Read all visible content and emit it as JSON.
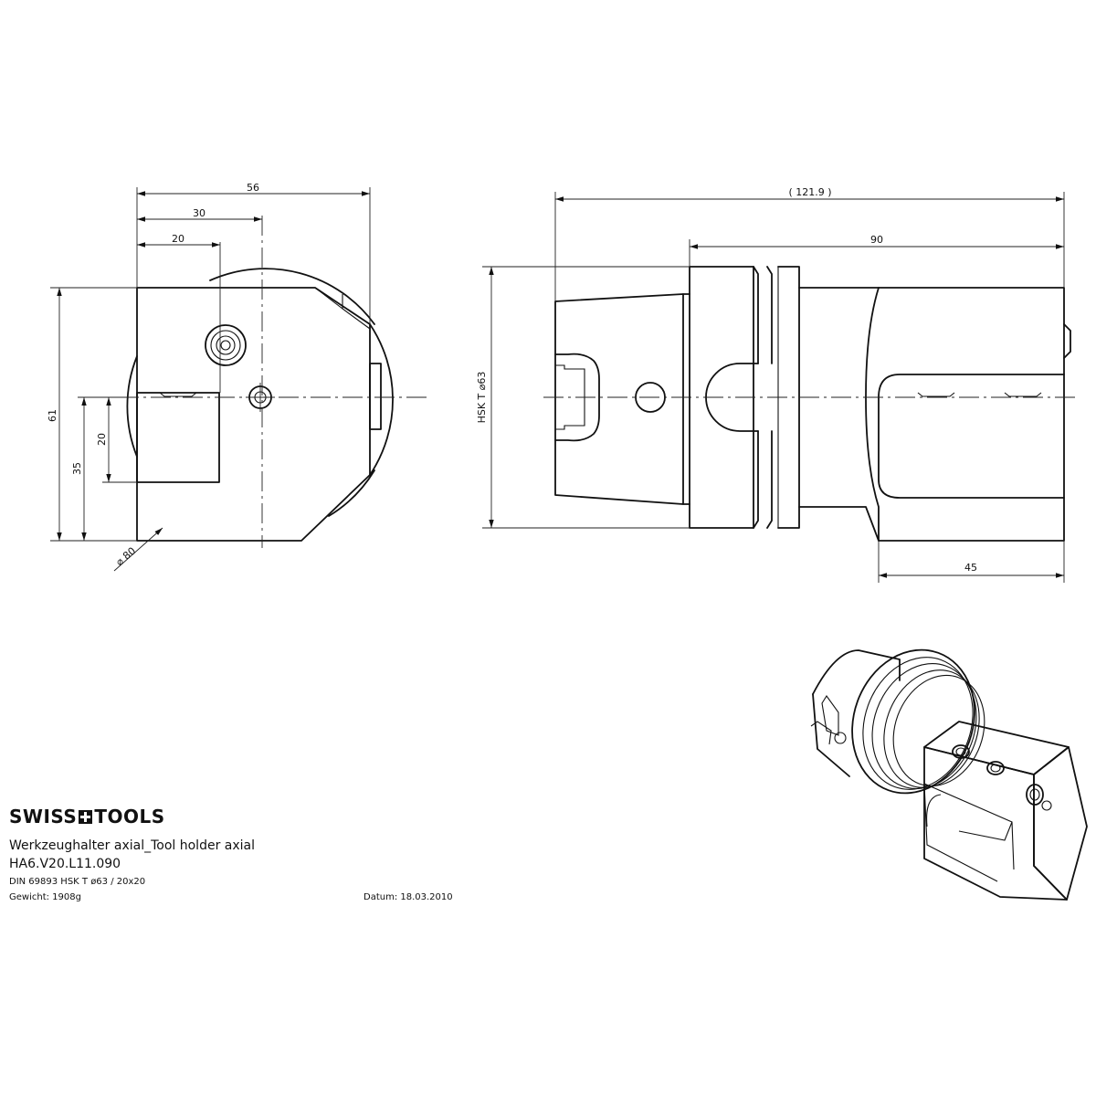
{
  "drawing": {
    "dimensions": {
      "d56": "56",
      "d30": "30",
      "d20_top": "20",
      "d61": "61",
      "d35": "35",
      "d20_side": "20",
      "d80": "⌀ 80",
      "d121_9": "( 121.9 )",
      "d90": "90",
      "dHSK": "HSK  T  ⌀63",
      "d45": "45"
    }
  },
  "title_block": {
    "brand_left": "SWISS",
    "brand_right": "TOOLS",
    "description": "Werkzeughalter axial_Tool holder axial",
    "part_number": "HA6.V20.L11.090",
    "standard": "DIN 69893 HSK  T  ø63   /  20x20",
    "weight": "Gewicht:  1908g",
    "date": "Datum:  18.03.2010"
  }
}
